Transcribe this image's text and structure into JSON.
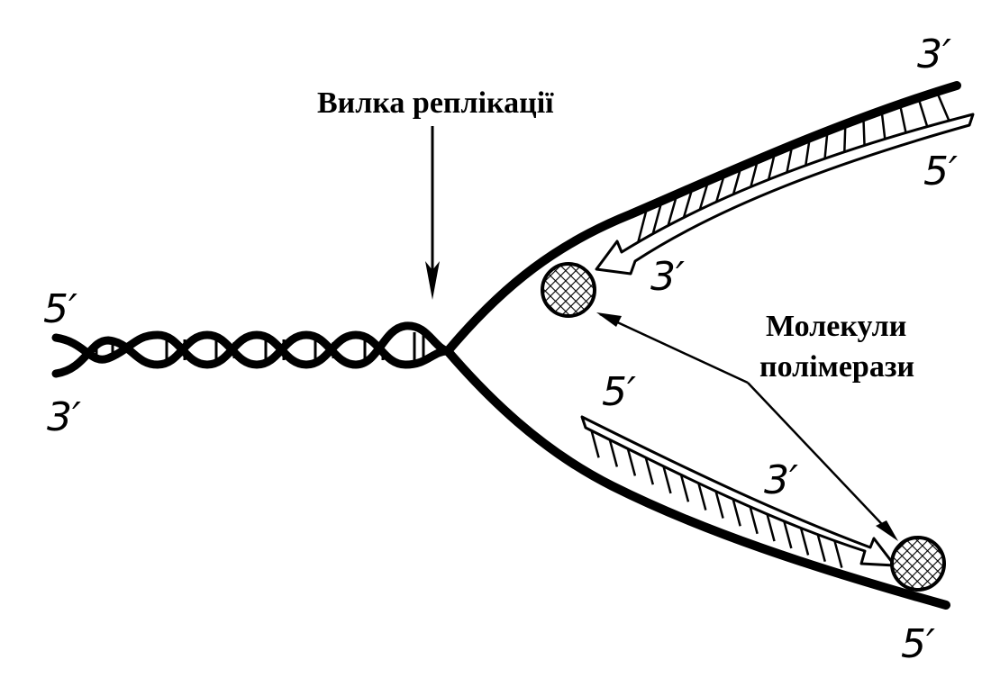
{
  "diagram": {
    "fork_label": "Вилка реплікації",
    "polymerase_label_line1": "Молекули",
    "polymerase_label_line2": "полімерази",
    "ends": {
      "helix_top": "5′",
      "helix_bottom": "3′",
      "upper_strand_end": "3′",
      "upper_new_strand_start": "5′",
      "upper_new_strand_tip": "3′",
      "lower_new_strand_start": "5′",
      "lower_new_strand_tip": "3′",
      "lower_strand_end": "5′"
    },
    "colors": {
      "ink": "#000000",
      "paper": "#ffffff"
    }
  }
}
